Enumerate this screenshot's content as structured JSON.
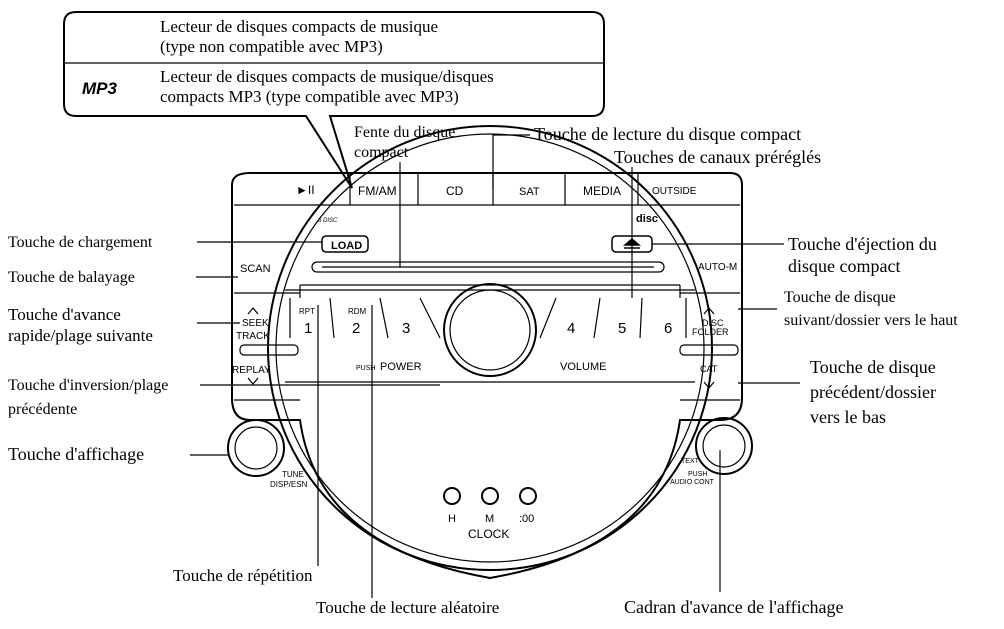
{
  "callout": {
    "cd_player_text_1": "Lecteur de disques compacts de musique",
    "cd_player_text_2": "(type non compatible avec MP3)",
    "mp3_logo": "MP3",
    "mp3_player_text_1": "Lecteur de disques compacts de musique/disques",
    "mp3_player_text_2": "compacts MP3 (type compatible avec MP3)"
  },
  "labels": {
    "load_key": "Touche de chargement",
    "scan_key": "Touche de balayage",
    "seek_1": "Touche d'avance",
    "seek_2": "rapide/plage suivante",
    "reverse_1": "Touche d'inversion/plage",
    "reverse_2": "précédente",
    "display_key": "Touche d'affichage",
    "repeat_key": "Touche de répétition",
    "random_key": "Touche de lecture aléatoire",
    "display_dial": "Cadran d'avance de l'affichage",
    "slot_1": "Fente du disque",
    "slot_2": "compact",
    "cd_play_key": "Touche de lecture du disque compact",
    "preset_keys": "Touches de canaux préréglés",
    "eject_1": "Touche d'éjection du",
    "eject_2": "disque compact",
    "disc_up_1": "Touche de disque",
    "disc_up_2": "suivant/dossier vers le haut",
    "disc_down_1": "Touche de disque",
    "disc_down_2": "précédent/dossier",
    "disc_down_3": "vers le bas"
  },
  "radio": {
    "play_pause": "►II",
    "fm_am": "FM/AM",
    "cd": "CD",
    "sat": "SAT",
    "media": "MEDIA",
    "outside": "OUTSIDE",
    "load": "LOAD",
    "scan": "SCAN",
    "auto_m": "AUTO-M",
    "seek": "SEEK",
    "track": "TRACK",
    "replay": "REPLAY",
    "disc": "DISC",
    "folder": "FOLDER",
    "cat": "CAT",
    "rpt": "RPT",
    "rdm": "RDM",
    "preset_1": "1",
    "preset_2": "2",
    "preset_3": "3",
    "preset_4": "4",
    "preset_5": "5",
    "preset_6": "6",
    "push": "PUSH",
    "power": "POWER",
    "volume": "VOLUME",
    "tune": "TUNE",
    "disp_esn": "DISP/ESN",
    "text": "TEXT",
    "push_audio_1": "PUSH",
    "push_audio_2": "AUDIO CONT",
    "clock_h": "H",
    "clock_m": "M",
    "clock_00": ":00",
    "clock": "CLOCK",
    "disc_logo": "disc",
    "six_disc_mark": "6 DISC"
  }
}
